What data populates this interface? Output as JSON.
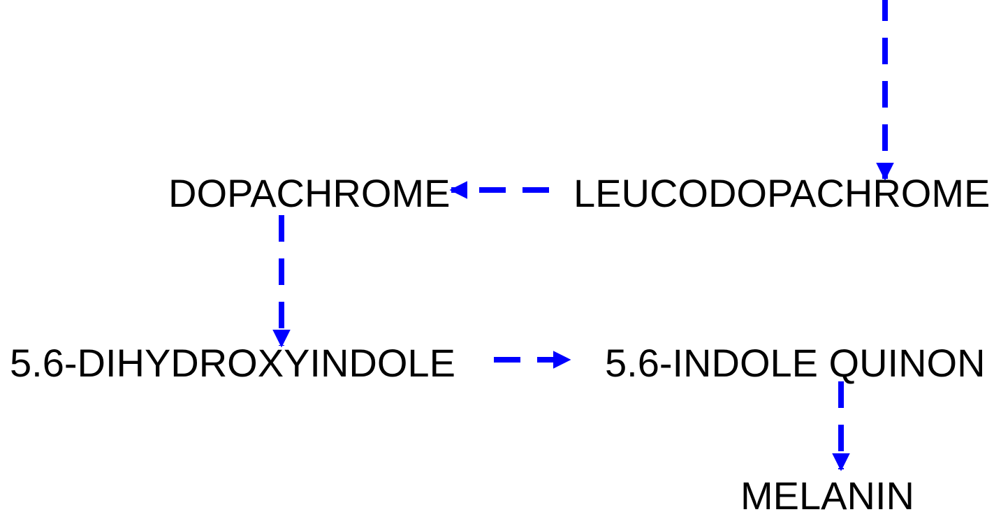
{
  "colors": {
    "edge": "#0000ff",
    "text": "#000000",
    "background": "#ffffff"
  },
  "nodes": {
    "dopachrome": "DOPACHROME",
    "leucodopachrome": "LEUCODOPACHROME",
    "dihydroxyindole": "5.6-DIHYDROXYINDOLE",
    "indole_quinon": "5.6-INDOLE QUINON",
    "melanin": "MELANIN"
  }
}
